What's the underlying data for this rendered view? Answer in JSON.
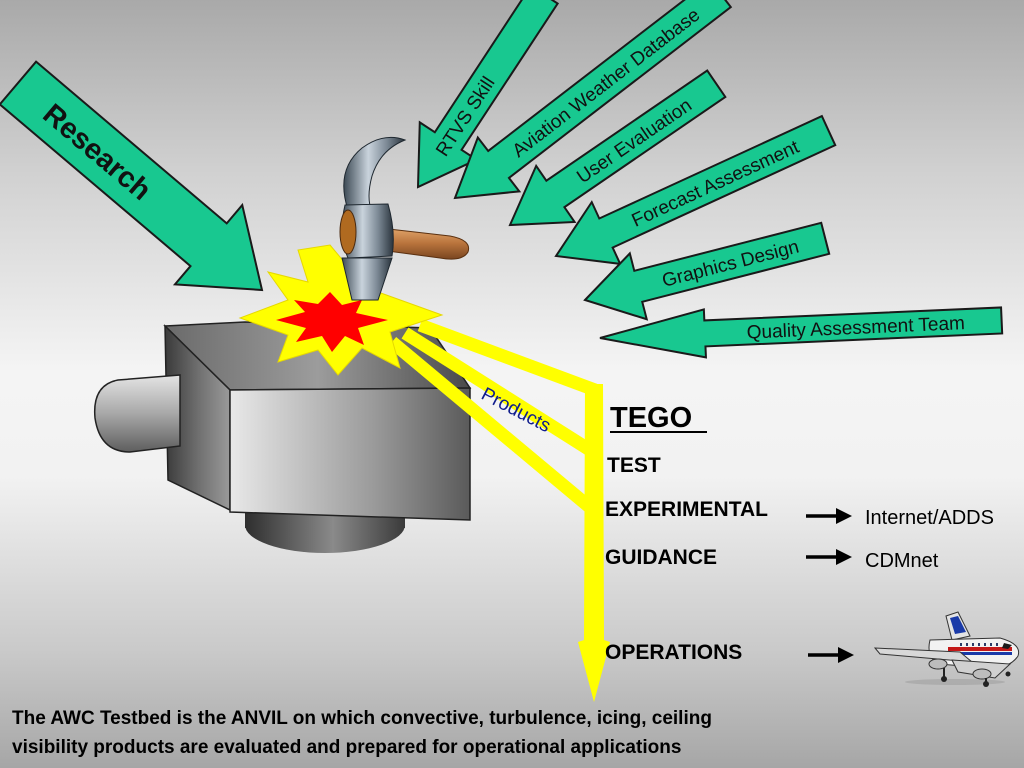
{
  "inputs": {
    "research": "Research",
    "rtvs": "RTVS Skill",
    "aviation_db": "Aviation Weather Database",
    "user_eval": "User Evaluation",
    "forecast_assess": "Forecast Assessment",
    "graphics": "Graphics Design",
    "quality": "Quality Assessment Team"
  },
  "products_label": "Products",
  "tego": {
    "title": "TEGO",
    "stages": {
      "test": "TEST",
      "experimental": "EXPERIMENTAL",
      "guidance": "GUIDANCE",
      "operations": "OPERATIONS"
    },
    "destinations": {
      "internet": "Internet/ADDS",
      "cdmnet": "CDMnet"
    }
  },
  "caption_line1": "The AWC Testbed is the ANVIL on which convective, turbulence, icing, ceiling",
  "caption_line2": "visibility products are evaluated and prepared for operational applications",
  "colors": {
    "arrow_fill": "#18c890",
    "flow_yellow": "#ffff00",
    "burst_red": "#ff0000",
    "products_text": "#101d8c"
  }
}
